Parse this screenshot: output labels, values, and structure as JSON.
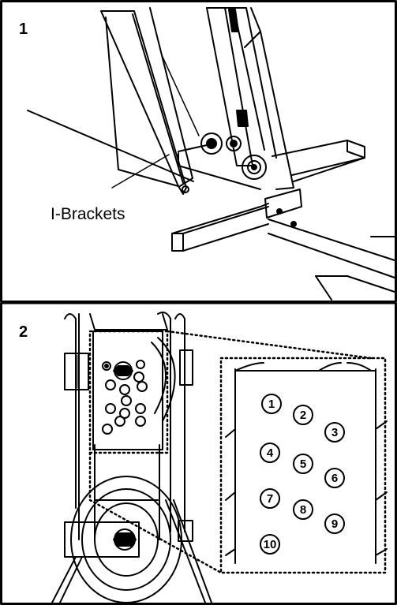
{
  "panels": [
    {
      "step": "1",
      "callout": "I-Brackets"
    },
    {
      "step": "2",
      "holes": [
        "1",
        "2",
        "3",
        "4",
        "5",
        "6",
        "7",
        "8",
        "9",
        "10"
      ]
    }
  ],
  "colors": {
    "line": "#000000",
    "background": "#ffffff"
  }
}
